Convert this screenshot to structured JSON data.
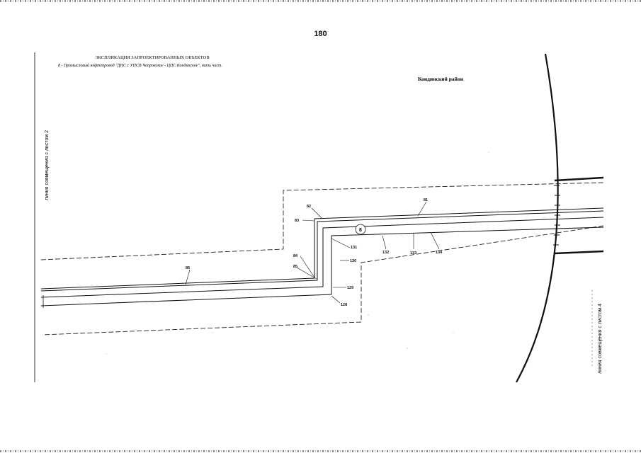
{
  "page": {
    "number": "180"
  },
  "legend": {
    "title": "ЭКСПЛИКАЦИЯ ЗАПРОЕКТИРОВАННЫХ ОБЪЕКТОВ",
    "item": "8 - Промысловый нефтепровод \"ДНС с УПСВ Чапровское - ЦПС Кондинское\", нить чист."
  },
  "region_label": "Кондинский район",
  "match_lines": {
    "left": "линия совмещения с листом 2",
    "right": "линия совмещения с листом 4"
  },
  "object_marker": "8",
  "point_labels": {
    "p81": "81",
    "p82": "82",
    "p83": "83",
    "p84": "84",
    "p85": "85",
    "p86": "86",
    "p128": "128",
    "p129": "129",
    "p130": "130",
    "p131": "131",
    "p132": "132",
    "p133": "133",
    "p134": "134"
  },
  "colors": {
    "ink": "#111111",
    "dashed": "#333333"
  }
}
